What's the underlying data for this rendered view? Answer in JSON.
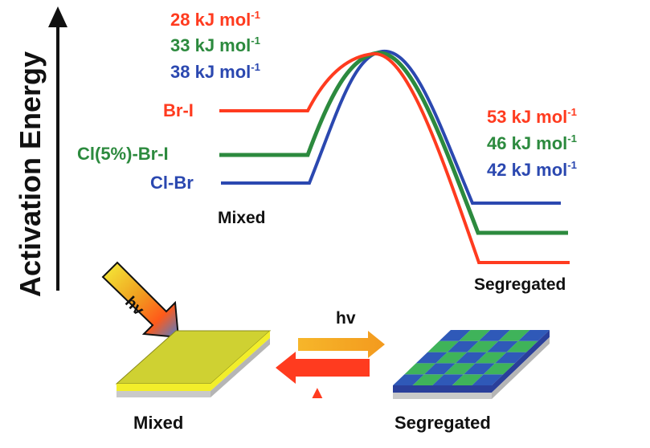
{
  "axis": {
    "label": "Activation Energy"
  },
  "colors": {
    "red": "#ff3b1f",
    "green": "#2c8a3e",
    "blue": "#2b48b0",
    "black": "#111111"
  },
  "left_energies": [
    {
      "value": "28 kJ mol",
      "sup": "-1",
      "series": "Br-I",
      "color": "#ff3b1f"
    },
    {
      "value": "33 kJ mol",
      "sup": "-1",
      "series": "Cl(5%)-Br-I",
      "color": "#2c8a3e"
    },
    {
      "value": "38 kJ mol",
      "sup": "-1",
      "series": "Cl-Br",
      "color": "#2b48b0"
    }
  ],
  "right_energies": [
    {
      "value": "53 kJ mol",
      "sup": "-1",
      "series": "Br-I",
      "color": "#ff3b1f"
    },
    {
      "value": "46 kJ mol",
      "sup": "-1",
      "series": "Cl(5%)-Br-I",
      "color": "#2c8a3e"
    },
    {
      "value": "42 kJ mol",
      "sup": "-1",
      "series": "Cl-Br",
      "color": "#2b48b0"
    }
  ],
  "series_labels": [
    {
      "text": "Br-I",
      "color": "#ff3b1f"
    },
    {
      "text": "Cl(5%)-Br-I",
      "color": "#2c8a3e"
    },
    {
      "text": "Cl-Br",
      "color": "#2b48b0"
    }
  ],
  "states": {
    "mixed": "Mixed",
    "segregated": "Segregated"
  },
  "illustration": {
    "light_label": "hv",
    "forward_label": "hv",
    "reverse_label": "▲",
    "mixed_caption": "Mixed",
    "segregated_caption": "Segregated"
  }
}
